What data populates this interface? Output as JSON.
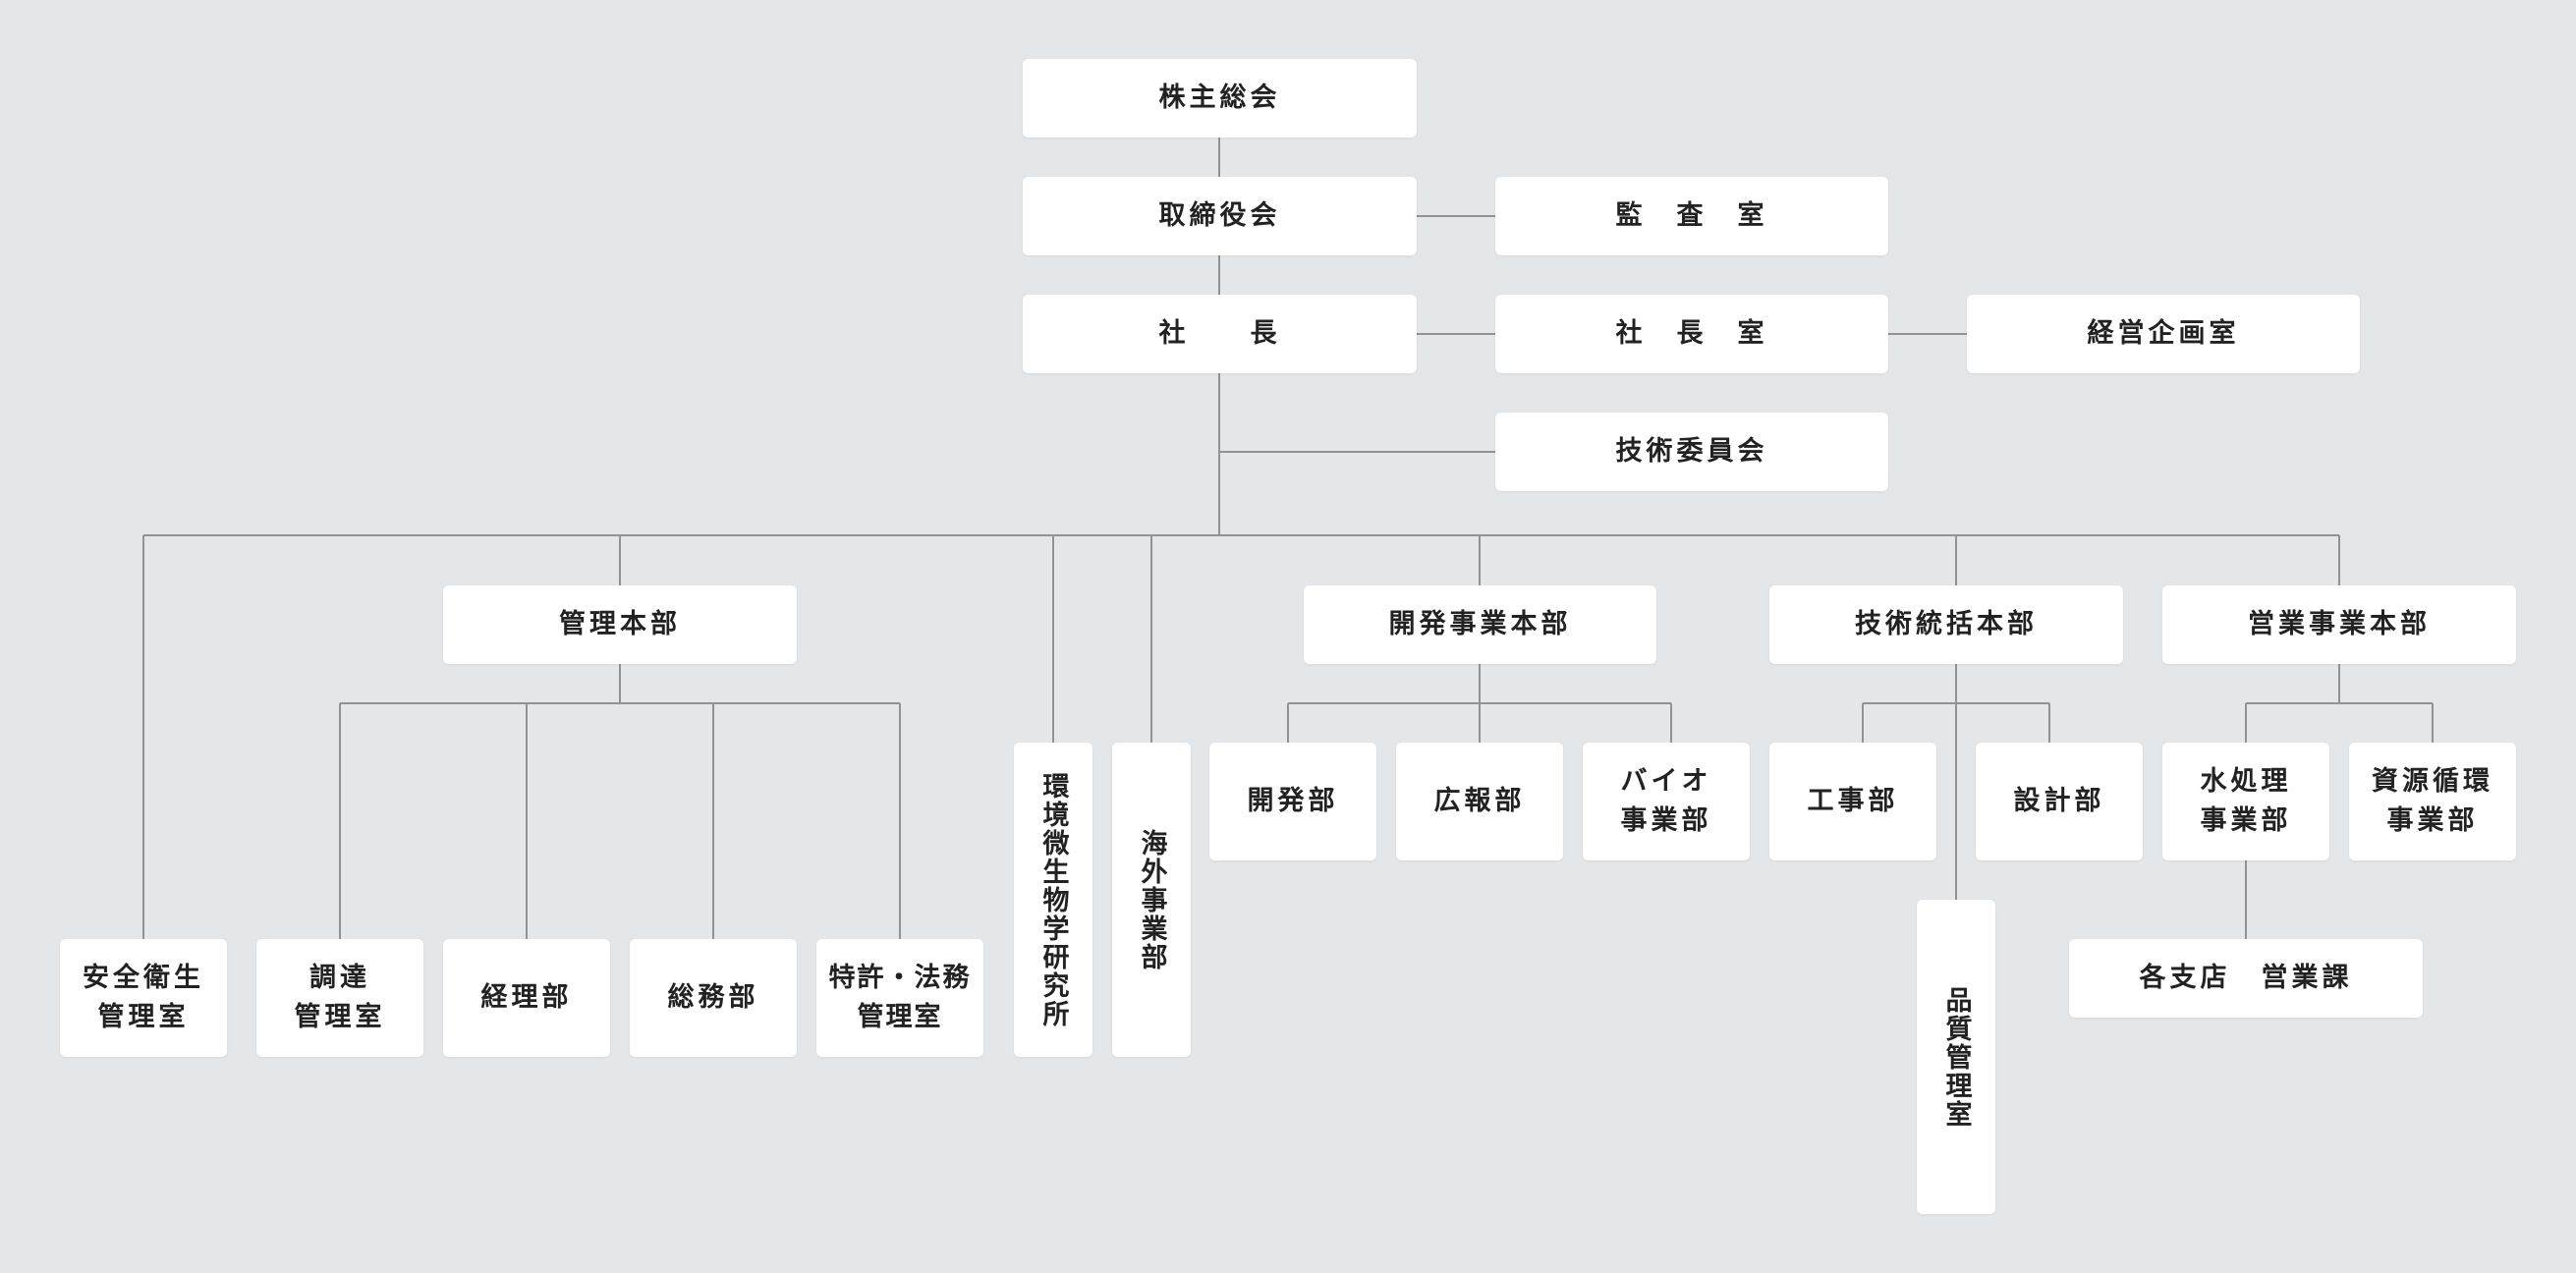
{
  "org": {
    "shareholders": "株主総会",
    "board": "取締役会",
    "audit": "監　査　室",
    "president": "社　　長",
    "president_office": "社　長　室",
    "planning": "経営企画室",
    "tech_committee": "技術委員会",
    "admin_hq": "管理本部",
    "dev_hq": "開発事業本部",
    "tech_hq": "技術統括本部",
    "sales_hq": "営業事業本部",
    "safety": "安全衛生\n管理室",
    "procurement": "調達\n管理室",
    "accounting": "経理部",
    "general_affairs": "総務部",
    "patent_legal": "特許・法務\n管理室",
    "env_lab": "環境微生物学研究所",
    "overseas": "海外事業部",
    "development": "開発部",
    "pr": "広報部",
    "bio": "バイオ\n事業部",
    "construction": "工事部",
    "design": "設計部",
    "quality": "品質管理室",
    "water": "水処理\n事業部",
    "recycling": "資源循環\n事業部",
    "branches": "各支店　営業課"
  }
}
